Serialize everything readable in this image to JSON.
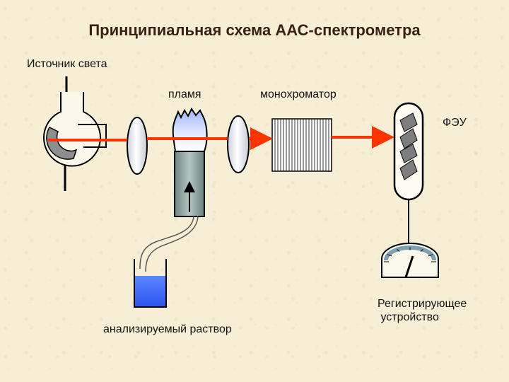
{
  "title": "Принципиальная схема ААС-спектрометра",
  "labels": {
    "light_source": "Источник света",
    "flame": "пламя",
    "monochromator": "монохроматор",
    "photomultiplier": "ФЭУ",
    "solution": "анализируемый раствор",
    "recorder_line1": "Регистрирующее",
    "recorder_line2": " устройство"
  },
  "colors": {
    "beam": "#ff3300",
    "liquid": "#3366ff",
    "flame_top": "#aabfff",
    "burner": "#8ea3a0",
    "lens": "#f2f4f8"
  }
}
